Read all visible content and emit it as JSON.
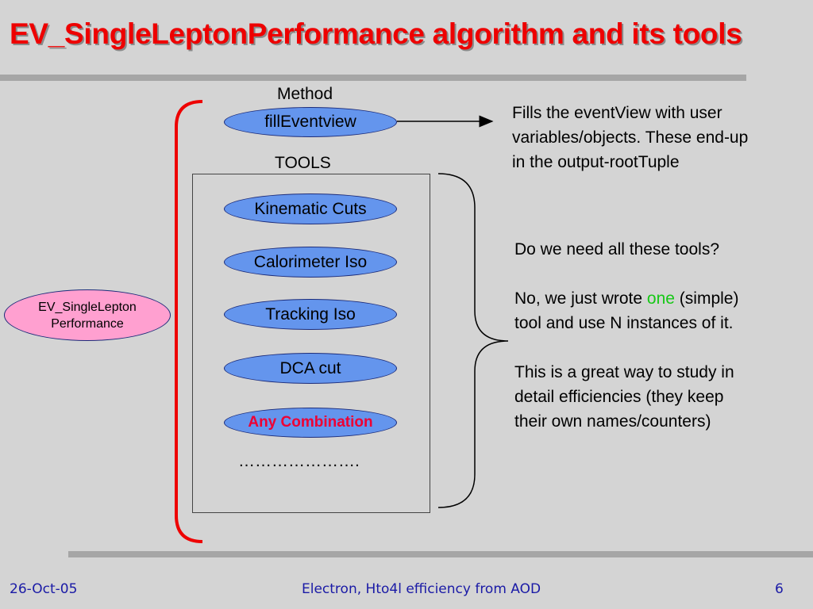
{
  "slide": {
    "title": "EV_SingleLeptonPerformance  algorithm and its tools",
    "main_algorithm": {
      "line1": "EV_SingleLepton",
      "line2": "Performance"
    },
    "method": {
      "label": "Method",
      "name": "fillEventview"
    },
    "method_description": {
      "line1": "Fills the eventView with user",
      "line2": "variables/objects. These end-up",
      "line3": "in the output-rootTuple"
    },
    "tools": {
      "label": "TOOLS",
      "items": [
        "Kinematic Cuts",
        "Calorimeter Iso",
        "Tracking Iso",
        "DCA cut"
      ],
      "combination": "Any Combination",
      "ellipsis": "…………………."
    },
    "notes": {
      "question": "Do we need all these tools?",
      "answer_pre": "No, we just wrote ",
      "answer_highlight": "one",
      "answer_post": " (simple)",
      "answer_line2": "tool and use N instances of it.",
      "benefit_line1": "This is a great way to study in",
      "benefit_line2": "detail efficiencies (they keep",
      "benefit_line3": "their own names/counters)"
    }
  },
  "footer": {
    "date": "26-Oct-05",
    "center": "Electron, Hto4l efficiency from AOD",
    "page": "6"
  },
  "colors": {
    "background": "#d4d4d4",
    "title": "#ee0000",
    "blue_oval": "#6495ed",
    "pink_oval": "#ffa0d0",
    "bracket_red": "#ee0000",
    "highlight_green": "#16c816",
    "footer_text": "#1a1aa6",
    "rule": "#a6a6a6"
  }
}
